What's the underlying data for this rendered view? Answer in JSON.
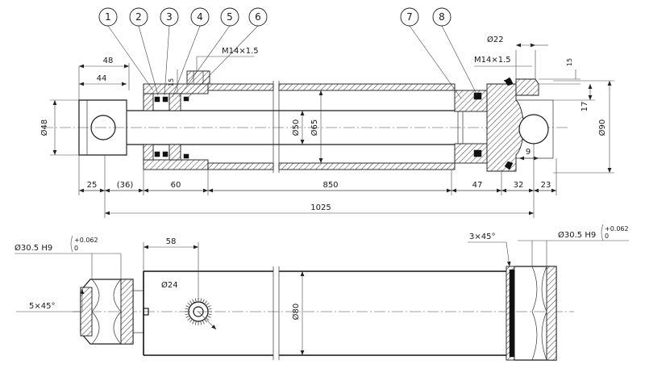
{
  "balloons": [
    "1",
    "2",
    "3",
    "4",
    "5",
    "6",
    "7",
    "8"
  ],
  "top_view": {
    "thread_left": "M14×1.5",
    "thread_right": "M14×1.5",
    "port_dia": "Ø22",
    "d_15_vertical": "15",
    "d_15_right": "15",
    "d_17": "17",
    "d_9": "9",
    "d_48": "48",
    "d_44": "44",
    "dia_48": "Ø48",
    "dia_50": "Ø50",
    "dia_65": "Ø65",
    "dia_90": "Ø90",
    "bottom_row": [
      "25",
      "(36)",
      "60",
      "850",
      "47",
      "32",
      "23"
    ],
    "total_length": "1025"
  },
  "bottom_view": {
    "bore_left_label": "Ø30.5 H9",
    "tol_upper": "+0.062",
    "tol_lower": "0",
    "bore_right_label": "Ø30.5 H9",
    "tol_upper_right": "+0.062",
    "tol_lower_right": "0",
    "chamfer_left": "5×45°",
    "chamfer_right": "3×45°",
    "d_58": "58",
    "dia_24": "Ø24",
    "dia_80": "Ø80"
  }
}
